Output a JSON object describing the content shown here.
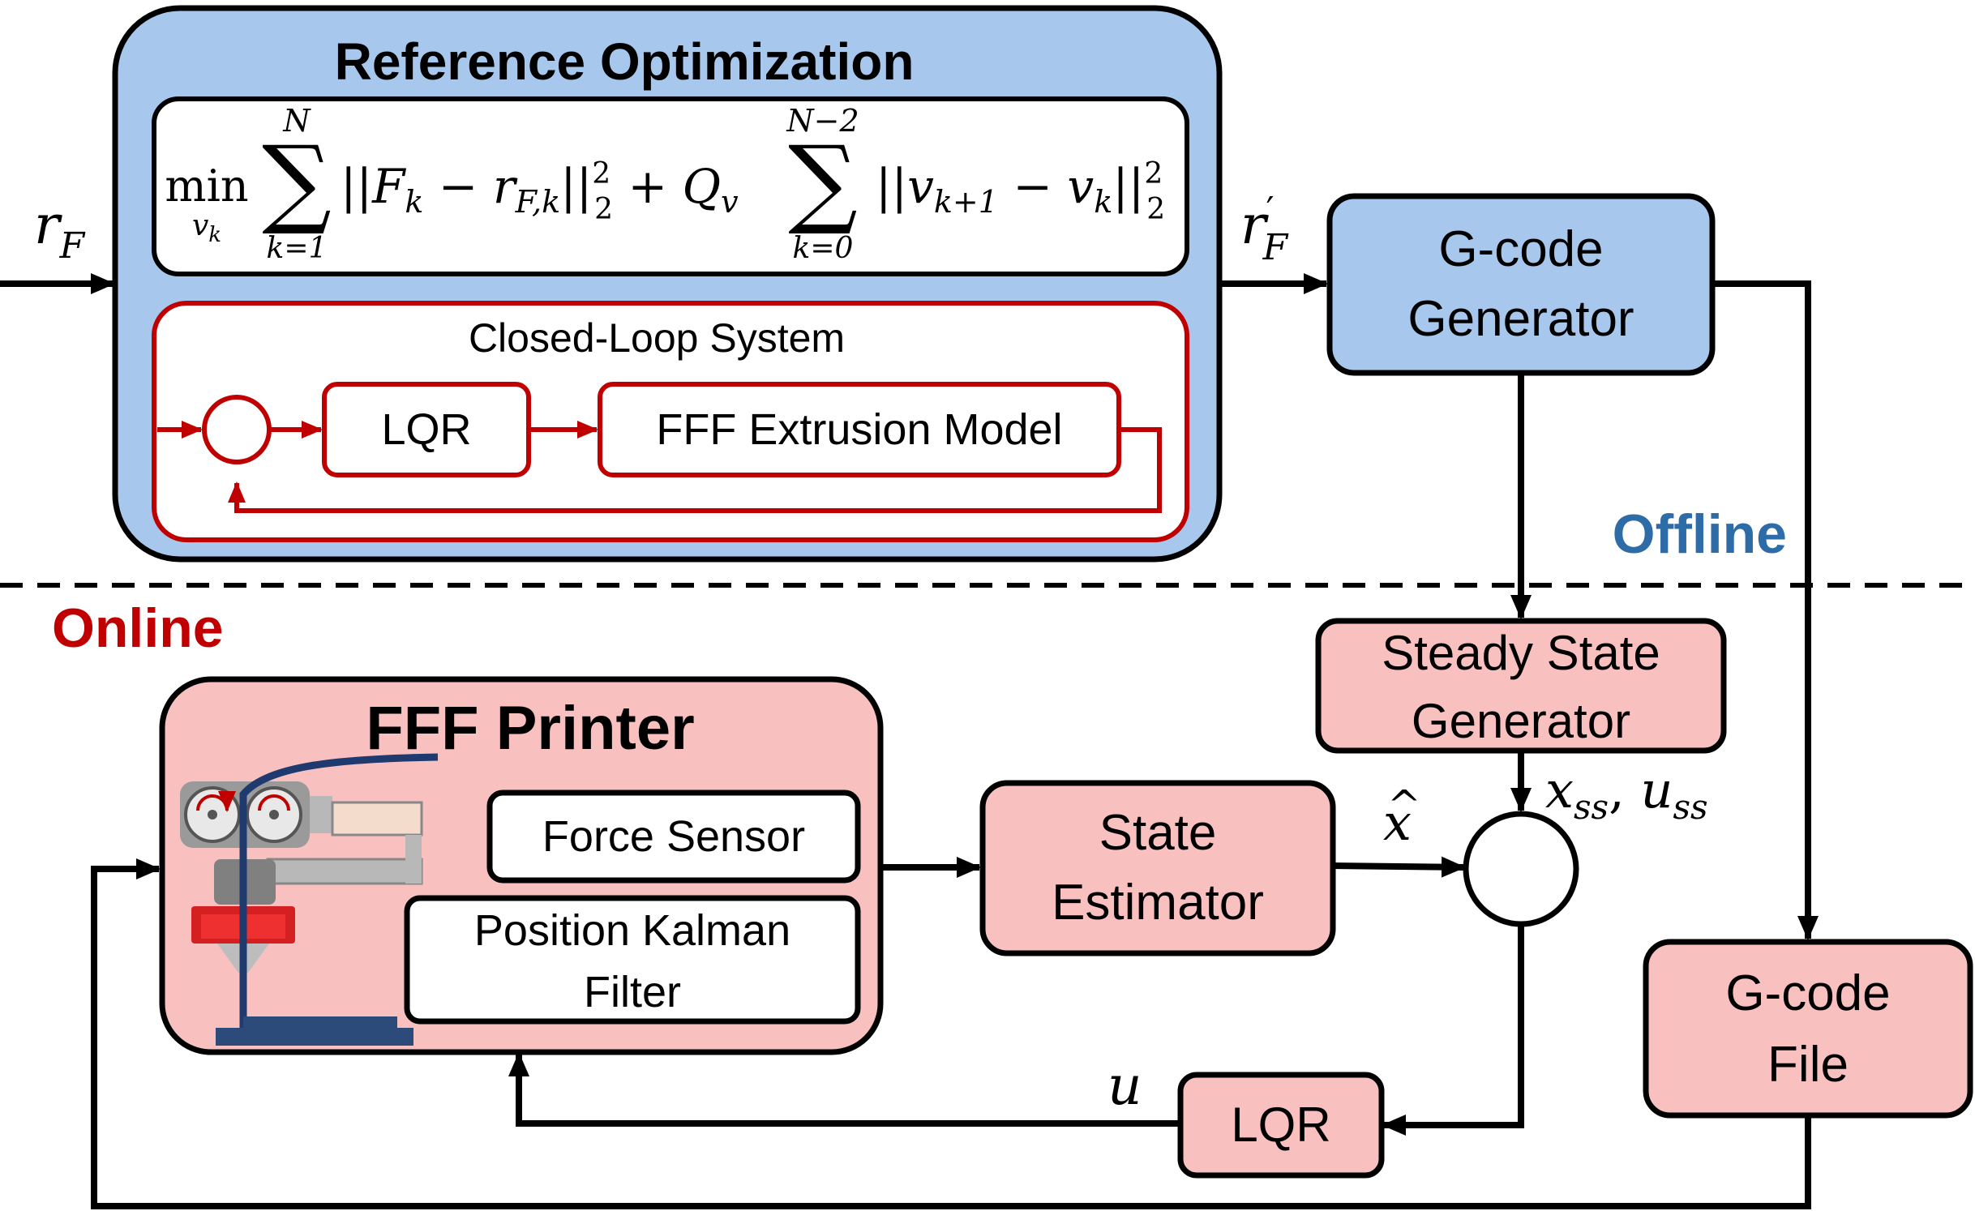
{
  "colors": {
    "optim_fill": "#a7c8ec",
    "pink_fill": "#f9c0c0",
    "red": "#c00000",
    "offline_blue": "#2e6ca8",
    "black": "#000000"
  },
  "sections": {
    "offline": "Offline",
    "online": "Online"
  },
  "reference_optimization": {
    "title": "Reference Optimization",
    "formula": {
      "min": "min",
      "min_sub": "v_k",
      "sum1_upper": "N",
      "sum1_lower": "k=1",
      "term1": "||F_k − r_{F,k}||²₂ + Q_v",
      "sum2_upper": "N−2",
      "sum2_lower": "k=0",
      "term2": "||v_{k+1} − v_k||²₂"
    },
    "closed_loop": {
      "title": "Closed-Loop System",
      "lqr": "LQR",
      "model": "FFF Extrusion Model"
    }
  },
  "signals": {
    "input_reference": "r_F",
    "optimized_reference": "r′_F",
    "state_estimate": "x̂",
    "steady_state": "x_ss, u_ss",
    "control": "u"
  },
  "blocks": {
    "gcode_generator": [
      "G-code",
      "Generator"
    ],
    "steady_state_generator": [
      "Steady State",
      "Generator"
    ],
    "state_estimator": [
      "State",
      "Estimator"
    ],
    "lqr": "LQR",
    "gcode_file": [
      "G-code",
      "File"
    ]
  },
  "printer": {
    "title": "FFF Printer",
    "force_sensor": "Force Sensor",
    "kalman": [
      "Position Kalman",
      "Filter"
    ]
  }
}
